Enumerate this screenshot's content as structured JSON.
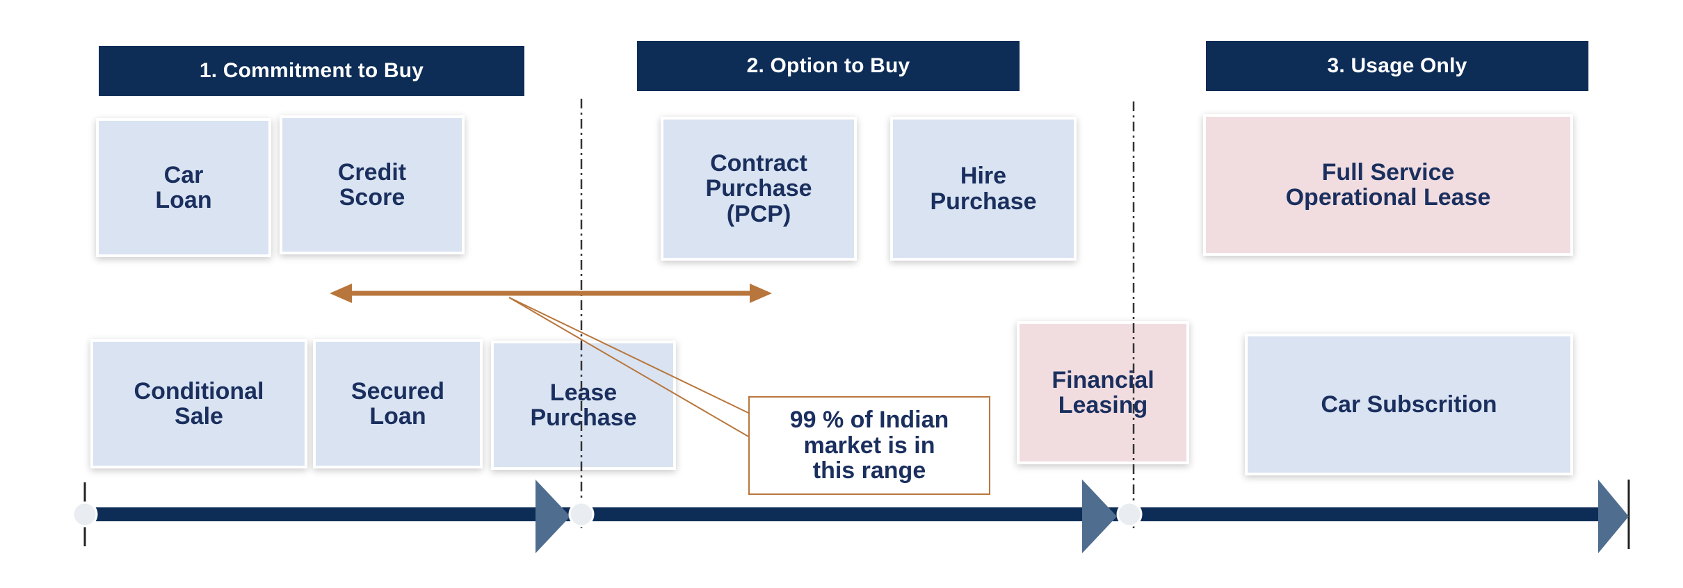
{
  "headers": {
    "commitment": "1. Commitment to Buy",
    "option": "2. Option to Buy",
    "usage": "3. Usage Only"
  },
  "boxes": {
    "car_loan": "Car\nLoan",
    "credit_score": "Credit\nScore",
    "pcp": "Contract\nPurchase\n(PCP)",
    "hire_purchase": "Hire\nPurchase",
    "full_service": "Full Service\nOperational Lease",
    "conditional_sale": "Conditional\nSale",
    "secured_loan": "Secured\nLoan",
    "lease_purchase": "Lease\nPurchase",
    "financial_leasing": "Financial\nLeasing",
    "car_subscription": "Car Subscrition"
  },
  "callout": "99 % of Indian\nmarket is in\nthis range",
  "colors": {
    "navy": "#0d2d57",
    "box_blue": "#d9e3f1",
    "box_pink": "#f1dde0",
    "arrow_brown": "#b8763c",
    "triangle": "#4e6d8f",
    "text": "#1a2f5e"
  }
}
